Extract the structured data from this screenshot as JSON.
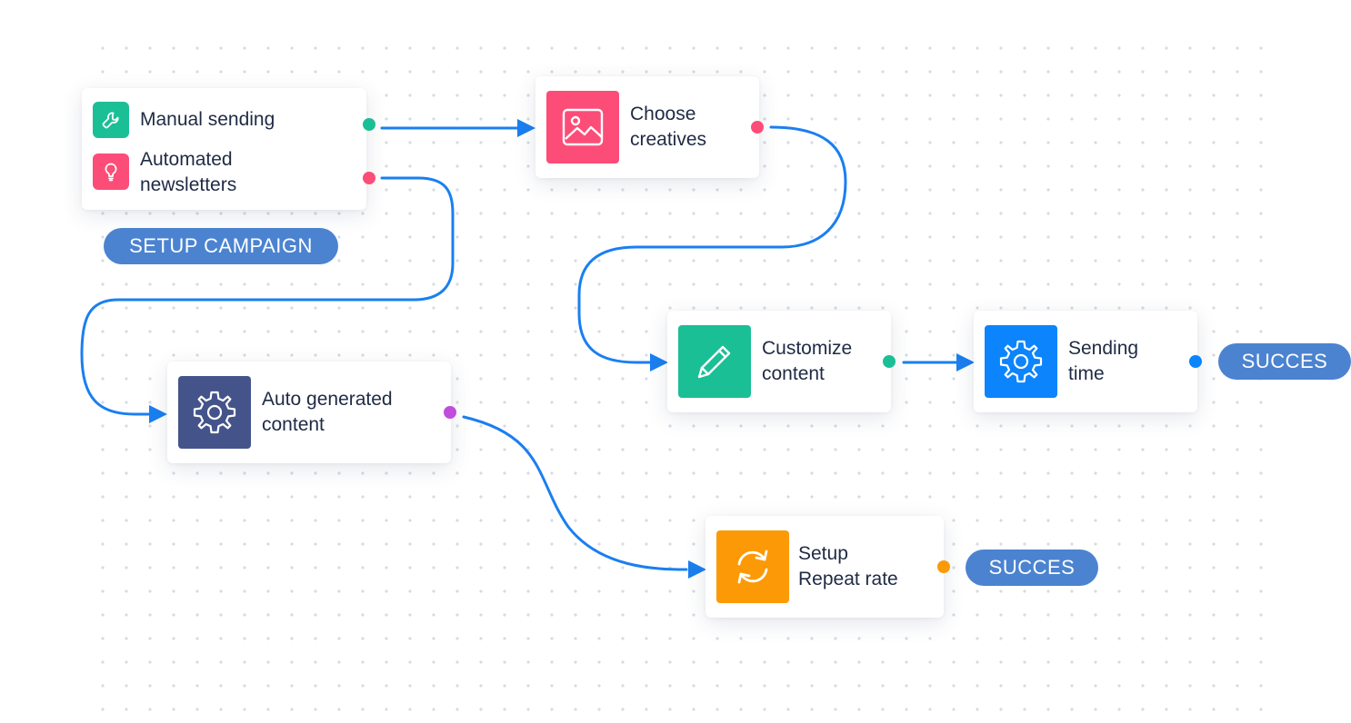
{
  "colors": {
    "connector": "#1a7ff0",
    "green": "#1bbf95",
    "pink": "#fc4d78",
    "navy": "#44548b",
    "blue": "#0b84fc",
    "orange": "#fb9a06",
    "purple": "#c14ddc",
    "pill": "#4b83d0"
  },
  "start_card": {
    "manual": {
      "label": "Manual sending",
      "icon": "wrench-icon"
    },
    "automated": {
      "label": "Automated\nnewsletters",
      "icon": "lightbulb-icon"
    }
  },
  "setup_campaign": "SETUP CAMPAIGN",
  "nodes": {
    "choose_creatives": {
      "label": "Choose\ncreatives",
      "icon": "image-icon"
    },
    "auto_generated": {
      "label": "Auto generated\ncontent",
      "icon": "gear-icon"
    },
    "customize_content": {
      "label": "Customize\ncontent",
      "icon": "pencil-icon"
    },
    "sending_time": {
      "label": "Sending\ntime",
      "icon": "gear-icon"
    },
    "repeat_rate": {
      "label": "Setup\nRepeat rate",
      "icon": "refresh-icon"
    }
  },
  "success_top": "SUCCES",
  "success_bottom": "SUCCES"
}
